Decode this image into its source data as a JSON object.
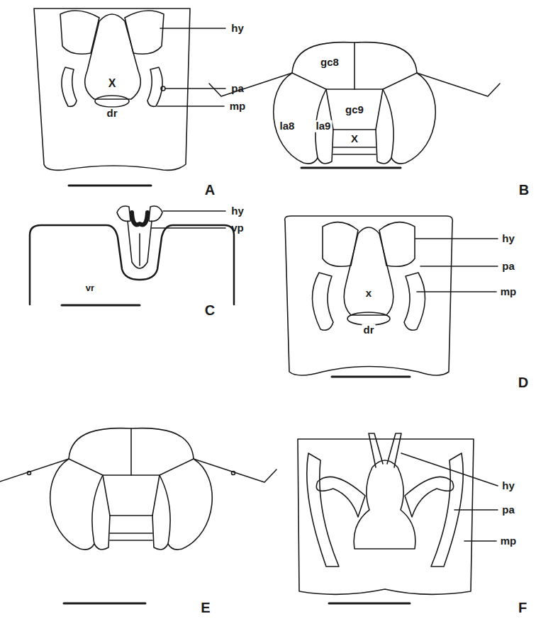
{
  "diagram": {
    "labels": [
      "hy",
      "pa",
      "mp",
      "X",
      "dr",
      "A",
      "gc8",
      "la8",
      "la9",
      "gc9",
      "X",
      "B",
      "hy",
      "vp",
      "vr",
      "C",
      "hy",
      "pa",
      "mp",
      "x",
      "dr",
      "D",
      "E",
      "hy",
      "pa",
      "mp",
      "F"
    ]
  }
}
